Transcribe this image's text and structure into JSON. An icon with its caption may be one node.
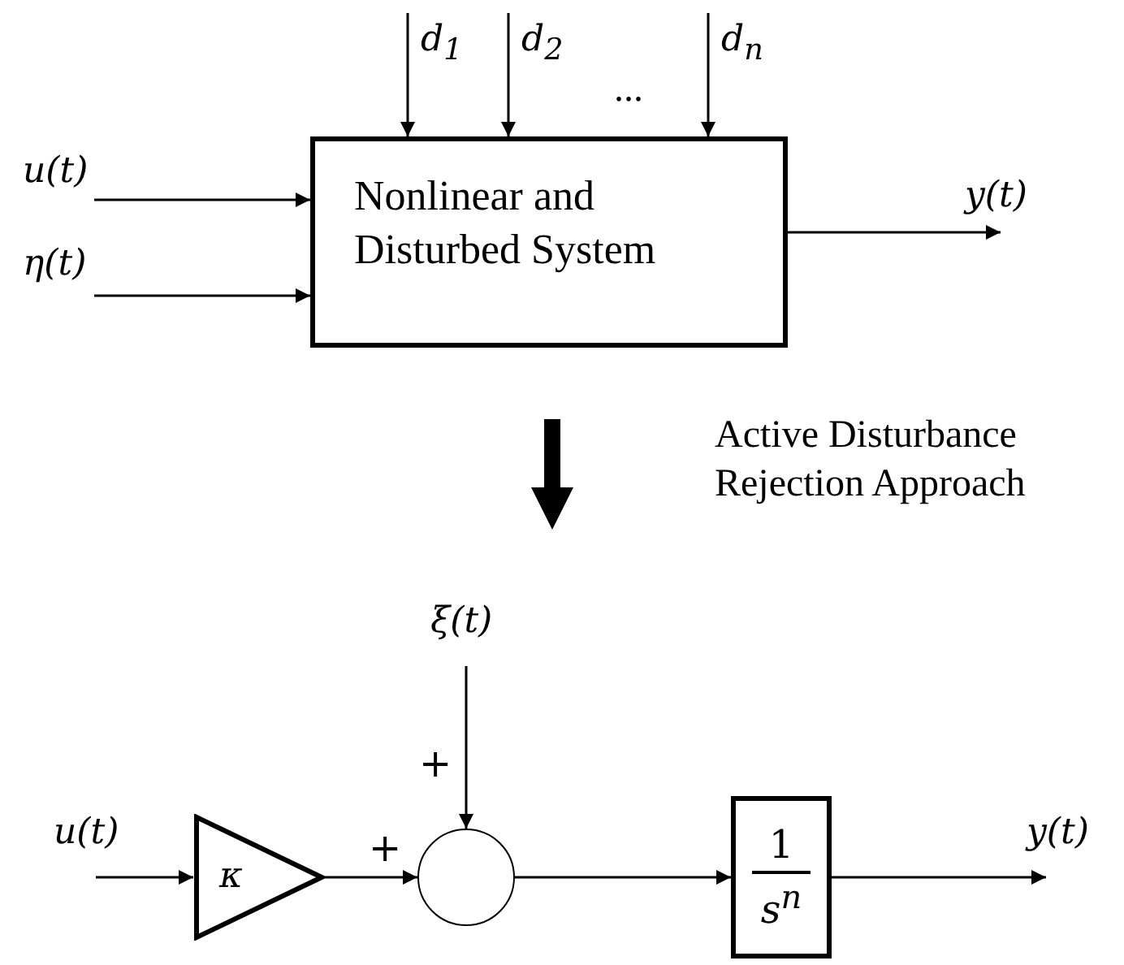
{
  "diagram": {
    "nodes": [
      {
        "text": [
          "u(t)"
        ]
      },
      {
        "text": [
          "η(t)"
        ]
      },
      {
        "text": [
          "d$_{1}$"
        ]
      },
      {
        "text": [
          "d$_{2}$"
        ]
      },
      {
        "text": [
          "d$_{n}$"
        ]
      },
      {
        "text": [
          "Nonlinear and Disturbed System"
        ]
      },
      {
        "text": [
          "y(t)"
        ]
      },
      {
        "text": [
          "ξ(t)"
        ]
      },
      {
        "text": [
          "u(t)"
        ]
      },
      {
        "text": [
          "κ"
        ]
      },
      {
        "text": [],
        "shape": "circle"
      },
      {
        "text": [
          "1",
          "s$^{n}$"
        ]
      },
      {
        "text": [
          "y(t)"
        ]
      }
    ],
    "edges": [
      {
        "from": 0,
        "to": 5,
        "arrow": "to"
      },
      {
        "from": 1,
        "to": 5,
        "arrow": "to"
      },
      {
        "from": 2,
        "to": 5,
        "arrow": "to"
      },
      {
        "from": 3,
        "to": 5,
        "arrow": "to"
      },
      {
        "from": 4,
        "to": 5,
        "arrow": "to"
      },
      {
        "from": 5,
        "to": 6,
        "arrow": "to"
      },
      {
        "from": 7,
        "to": 10,
        "label": "+",
        "arrow": "to"
      },
      {
        "from": 8,
        "to": 9,
        "arrow": "to"
      },
      {
        "from": 9,
        "to": 10,
        "label": "+",
        "arrow": "to"
      },
      {
        "from": 10,
        "to": 11,
        "arrow": "to"
      },
      {
        "from": 11,
        "to": 12,
        "arrow": "to"
      }
    ],
    "labels": [
      "...",
      "Active Disturbance Rejection Approach"
    ]
  }
}
